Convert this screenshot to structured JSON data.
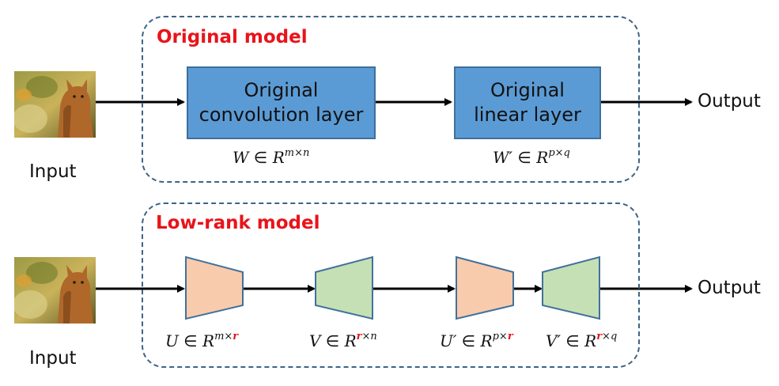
{
  "original_panel": {
    "title": "Original model",
    "conv_layer_line1": "Original",
    "conv_layer_line2": "convolution layer",
    "linear_layer_line1": "Original",
    "linear_layer_line2": "linear layer",
    "conv_weight": {
      "var": "W",
      "op": "∈",
      "set": "R",
      "exp": "m×n"
    },
    "linear_weight": {
      "var": "W′",
      "op": "∈",
      "set": "R",
      "exp": "p×q"
    },
    "input_label": "Input",
    "output_label": "Output"
  },
  "lowrank_panel": {
    "title": "Low-rank model",
    "input_label": "Input",
    "output_label": "Output",
    "factors": [
      {
        "var": "U",
        "op": "∈",
        "set": "R",
        "exp_pre": "m×",
        "rank": "r",
        "exp_post": ""
      },
      {
        "var": "V",
        "op": "∈",
        "set": "R",
        "exp_pre": "",
        "rank": "r",
        "exp_post": "×n"
      },
      {
        "var": "U′",
        "op": "∈",
        "set": "R",
        "exp_pre": "p×",
        "rank": "r",
        "exp_post": ""
      },
      {
        "var": "V′",
        "op": "∈",
        "set": "R",
        "exp_pre": "",
        "rank": "r",
        "exp_post": "×q"
      }
    ]
  },
  "colors": {
    "title_red": "#e8141a",
    "layer_blue": "#5b9bd5",
    "layer_border": "#3f6f9c",
    "dashed_border": "#3d6385",
    "u_factor_fill": "#f8cbad",
    "v_factor_fill": "#c5e0b4",
    "trapezoid_border": "#41719c",
    "arrow": "#000000"
  },
  "icons": {
    "input_image": "cat-photo-icon"
  }
}
